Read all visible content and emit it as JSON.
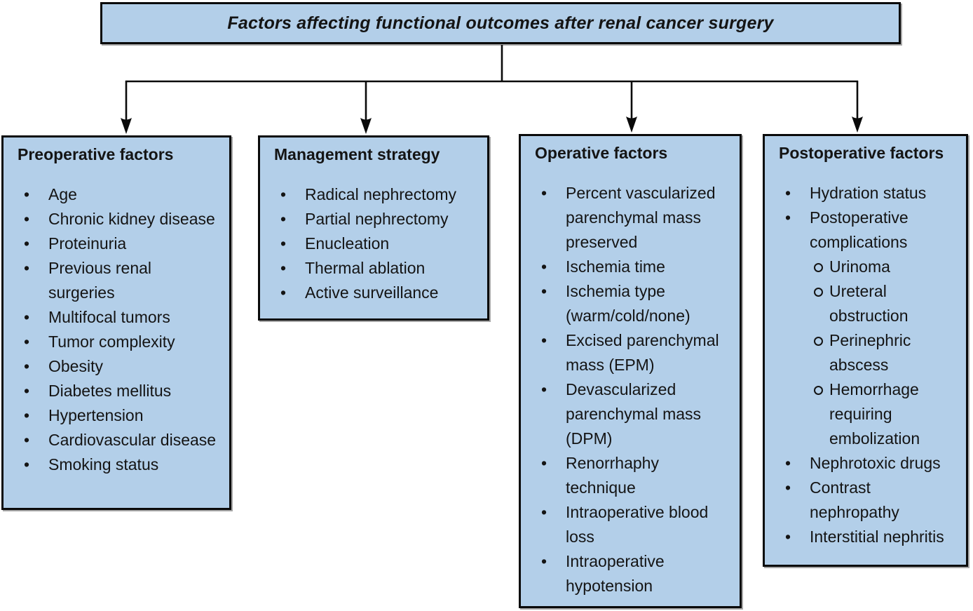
{
  "diagram": {
    "title": "Factors affecting functional outcomes after renal cancer surgery",
    "colors": {
      "box_fill": "#b3cfe9",
      "box_border": "#0a0a0a",
      "connector": "#0a0a0a",
      "text": "#141414",
      "background": "#ffffff"
    },
    "boxes": [
      {
        "id": "preoperative",
        "heading": "Preoperative factors",
        "items": [
          {
            "level": 1,
            "text": "Age"
          },
          {
            "level": 1,
            "text": "Chronic kidney disease"
          },
          {
            "level": 1,
            "text": "Proteinuria"
          },
          {
            "level": 1,
            "text": "Previous renal\nsurgeries"
          },
          {
            "level": 1,
            "text": "Multifocal tumors"
          },
          {
            "level": 1,
            "text": "Tumor complexity"
          },
          {
            "level": 1,
            "text": "Obesity"
          },
          {
            "level": 1,
            "text": "Diabetes mellitus"
          },
          {
            "level": 1,
            "text": "Hypertension"
          },
          {
            "level": 1,
            "text": "Cardiovascular disease"
          },
          {
            "level": 1,
            "text": "Smoking status"
          }
        ]
      },
      {
        "id": "management",
        "heading": "Management strategy",
        "items": [
          {
            "level": 1,
            "text": "Radical nephrectomy"
          },
          {
            "level": 1,
            "text": "Partial nephrectomy"
          },
          {
            "level": 1,
            "text": "Enucleation"
          },
          {
            "level": 1,
            "text": "Thermal ablation"
          },
          {
            "level": 1,
            "text": "Active surveillance"
          }
        ]
      },
      {
        "id": "operative",
        "heading": "Operative factors",
        "items": [
          {
            "level": 1,
            "text": "Percent vascularized\nparenchymal mass\npreserved"
          },
          {
            "level": 1,
            "text": "Ischemia time"
          },
          {
            "level": 1,
            "text": "Ischemia type\n(warm/cold/none)"
          },
          {
            "level": 1,
            "text": "Excised parenchymal\nmass (EPM)"
          },
          {
            "level": 1,
            "text": "Devascularized\nparenchymal mass\n(DPM)"
          },
          {
            "level": 1,
            "text": "Renorrhaphy\ntechnique"
          },
          {
            "level": 1,
            "text": "Intraoperative blood\nloss"
          },
          {
            "level": 1,
            "text": "Intraoperative\nhypotension"
          }
        ]
      },
      {
        "id": "postoperative",
        "heading": "Postoperative factors",
        "items": [
          {
            "level": 1,
            "text": "Hydration status"
          },
          {
            "level": 1,
            "text": "Postoperative\ncomplications"
          },
          {
            "level": 2,
            "text": "Urinoma"
          },
          {
            "level": 2,
            "text": "Ureteral\nobstruction"
          },
          {
            "level": 2,
            "text": "Perinephric\nabscess"
          },
          {
            "level": 2,
            "text": "Hemorrhage\nrequiring\nembolization"
          },
          {
            "level": 1,
            "text": "Nephrotoxic drugs"
          },
          {
            "level": 1,
            "text": "Contrast\nnephropathy"
          },
          {
            "level": 1,
            "text": "Interstitial nephritis"
          }
        ]
      }
    ]
  }
}
